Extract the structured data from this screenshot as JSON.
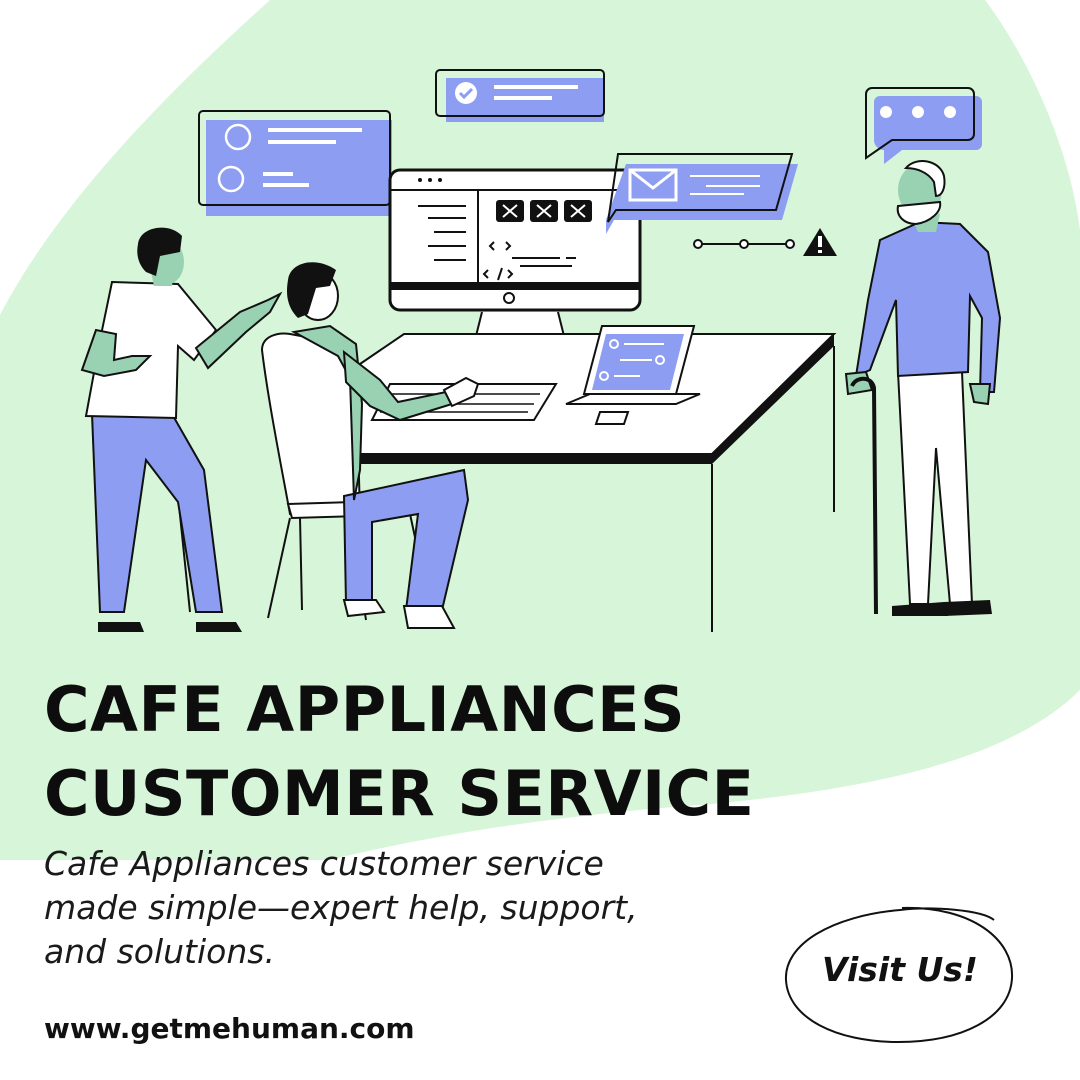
{
  "headline": {
    "line1": "CAFE APPLIANCES",
    "line2": "CUSTOMER SERVICE"
  },
  "subtitle": {
    "line1": "Cafe Appliances customer service",
    "line2": "made simple—expert help, support,",
    "line3": "and solutions."
  },
  "website": "www.getmehuman.com",
  "cta": {
    "label": "Visit Us!"
  },
  "colors": {
    "background_blob": "#d7f5d8",
    "accent_purple": "#8c9df2",
    "skin_green": "#99d2b2",
    "ink": "#0d0d0d",
    "warning": "#111111"
  },
  "icons": [
    "check-icon",
    "radio-circle-icon",
    "envelope-icon",
    "chat-dots-icon",
    "warning-icon",
    "code-tag-icon",
    "close-box-icon",
    "cane-icon"
  ]
}
